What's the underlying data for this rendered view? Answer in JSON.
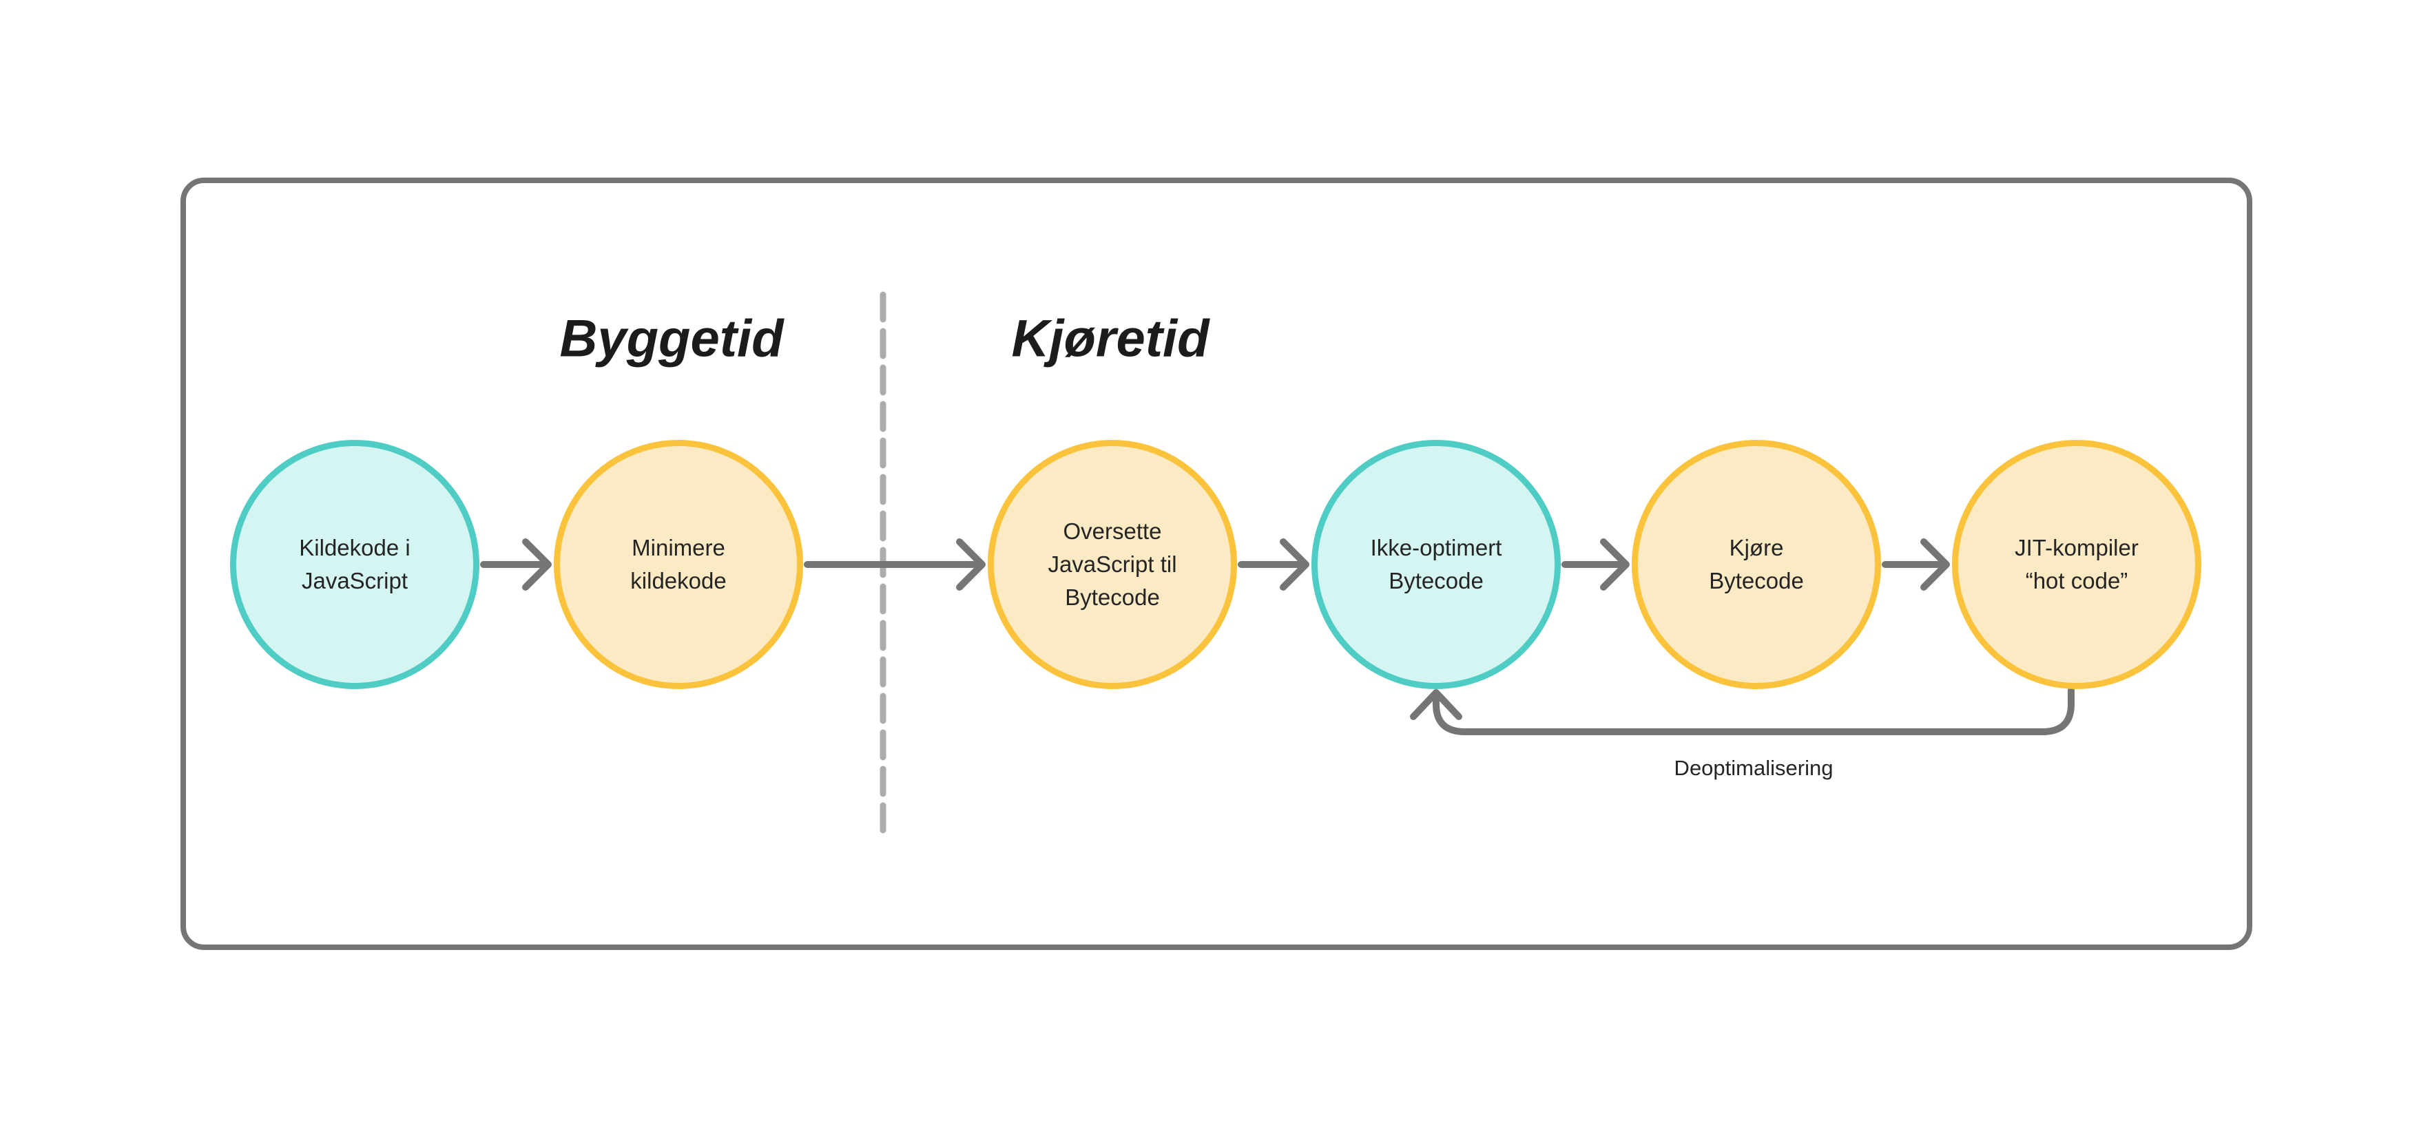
{
  "sections": {
    "build": {
      "label": "Byggetid"
    },
    "runtime": {
      "label": "Kjøretid"
    }
  },
  "nodes": [
    {
      "id": "kildekode-javascript",
      "variant": "teal",
      "lines": [
        "Kildekode i",
        "JavaScript"
      ]
    },
    {
      "id": "minimere-kildekode",
      "variant": "yellow",
      "lines": [
        "Minimere",
        "kildekode"
      ]
    },
    {
      "id": "oversette-bytecode",
      "variant": "yellow",
      "lines": [
        "Oversette",
        "JavaScript til",
        "Bytecode"
      ]
    },
    {
      "id": "ikke-optimert-bytecode",
      "variant": "teal",
      "lines": [
        "Ikke-optimert",
        "Bytecode"
      ]
    },
    {
      "id": "kjore-bytecode",
      "variant": "yellow",
      "lines": [
        "Kjøre",
        "Bytecode"
      ]
    },
    {
      "id": "jit-kompiler",
      "variant": "yellow",
      "lines": [
        "JIT-kompiler",
        "“hot code”"
      ]
    }
  ],
  "loop": {
    "label": "Deoptimalisering"
  },
  "colors": {
    "teal_border": "#4FCCC3",
    "teal_fill": "#D4F5F2",
    "yellow_border": "#FBC33C",
    "yellow_fill": "#FBEAC4",
    "connector": "#757575",
    "divider": "#ACACAC",
    "text": "#242424",
    "title": "#1C1C1C",
    "frame": "#757575",
    "background": "#FFFFFF"
  }
}
